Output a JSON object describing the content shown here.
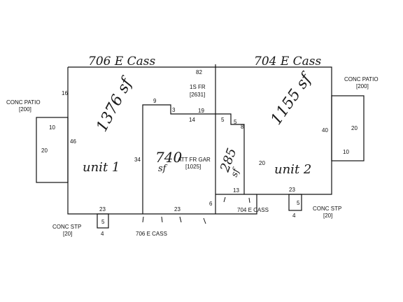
{
  "handwritten": {
    "addr_706": "706 E Cass",
    "addr_704": "704 E Cass",
    "sf_1376": "1376 sf",
    "sf_1155": "1155 sf",
    "sf_740": "740",
    "sf_740_unit": "sf",
    "sf_285": "285",
    "sf_285_unit": "sf",
    "unit1": "unit 1",
    "unit2": "unit 2"
  },
  "labels": {
    "patio_left": "CONC PATIO",
    "patio_left_area": "[200]",
    "patio_right": "CONC PATIO",
    "patio_right_area": "[200]",
    "fr_title": "1S FR",
    "fr_area": "[2631]",
    "gar_title": "ATT FR GAR",
    "gar_area": "[1025]",
    "stp_left": "CONC STP",
    "stp_left_area": "[20]",
    "stp_right": "CONC STP",
    "stp_right_area": "[20]",
    "street_706": "706 E CASS",
    "street_704": "704 E CASS"
  },
  "dims": {
    "d82": "82",
    "d16": "16",
    "d46": "46",
    "d10a": "10",
    "d20a": "20",
    "d9": "9",
    "d3": "3",
    "d19": "19",
    "d14": "14",
    "d34": "34",
    "d5a": "5",
    "d5b": "5",
    "d8": "8",
    "d20b": "20",
    "d13": "13",
    "d23a": "23",
    "d23b": "23",
    "d23c": "23",
    "d6": "6",
    "d40": "40",
    "d20c": "20",
    "d10b": "10",
    "d5c": "5",
    "d4a": "4",
    "d5d": "5",
    "d4b": "4"
  }
}
